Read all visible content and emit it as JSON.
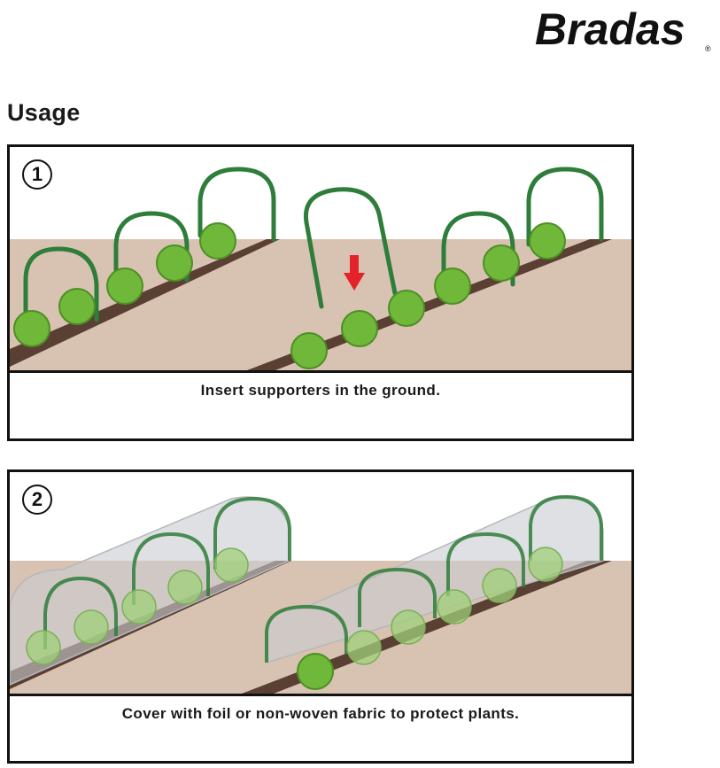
{
  "brand": {
    "name": "Bradas",
    "registered": "®"
  },
  "heading": "Usage",
  "steps": [
    {
      "number": "1",
      "caption": "Insert supporters in the ground."
    },
    {
      "number": "2",
      "caption": "Cover with foil or non-woven fabric to protect plants."
    }
  ],
  "colors": {
    "ground": "#d8c3b2",
    "soil": "#5a3f33",
    "hoop": "#2e7d3a",
    "lettuce": "#6fb83a",
    "arrow": "#e3222a",
    "border": "#111111"
  }
}
